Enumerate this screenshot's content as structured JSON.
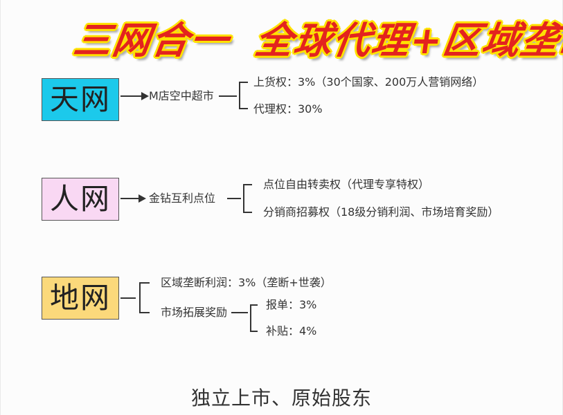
{
  "title": {
    "part1": "三网合一",
    "part2": "全球代理+区域垄断"
  },
  "sections": [
    {
      "label": "天网",
      "color": "#1cc9eb",
      "node": "M店空中超市",
      "branches": [
        "上货权：3%（30个国家、200万人营销网络）",
        "代理权：30%"
      ]
    },
    {
      "label": "人网",
      "color": "#f9d8f3",
      "node": "金钻互利点位",
      "branches": [
        "点位自由转卖权（代理专享特权）",
        "分销商招募权（18级分销利润、市场培育奖励）"
      ]
    },
    {
      "label": "地网",
      "color": "#fbd97b",
      "branches": [
        "区域垄断利润：3%（垄断+世袭）",
        "市场拓展奖励"
      ],
      "sub_branches": [
        "报单：3%",
        "补贴：4%"
      ]
    }
  ],
  "footer": "独立上市、原始股东"
}
